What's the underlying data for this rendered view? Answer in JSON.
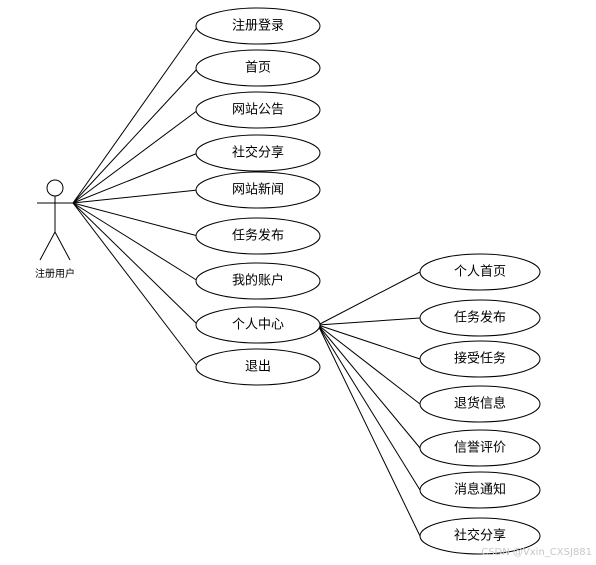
{
  "actor": {
    "label": "注册用户"
  },
  "primary_use_cases": [
    {
      "id": "register-login",
      "label": "注册登录"
    },
    {
      "id": "home",
      "label": "首页"
    },
    {
      "id": "site-announcement",
      "label": "网站公告"
    },
    {
      "id": "social-sharing",
      "label": "社交分享"
    },
    {
      "id": "site-news",
      "label": "网站新闻"
    },
    {
      "id": "task-publish",
      "label": "任务发布"
    },
    {
      "id": "my-account",
      "label": "我的账户"
    },
    {
      "id": "personal-center",
      "label": "个人中心"
    },
    {
      "id": "logout",
      "label": "退出"
    }
  ],
  "hub_use_case": "personal-center",
  "secondary_use_cases": [
    {
      "id": "personal-home",
      "label": "个人首页"
    },
    {
      "id": "task-publish-2",
      "label": "任务发布"
    },
    {
      "id": "accept-task",
      "label": "接受任务"
    },
    {
      "id": "return-info",
      "label": "退货信息"
    },
    {
      "id": "credit-review",
      "label": "信誉评价"
    },
    {
      "id": "message-notice",
      "label": "消息通知"
    },
    {
      "id": "social-sharing-2",
      "label": "社交分享"
    }
  ],
  "watermark": "CSDN @Vxin_CXSJ881"
}
